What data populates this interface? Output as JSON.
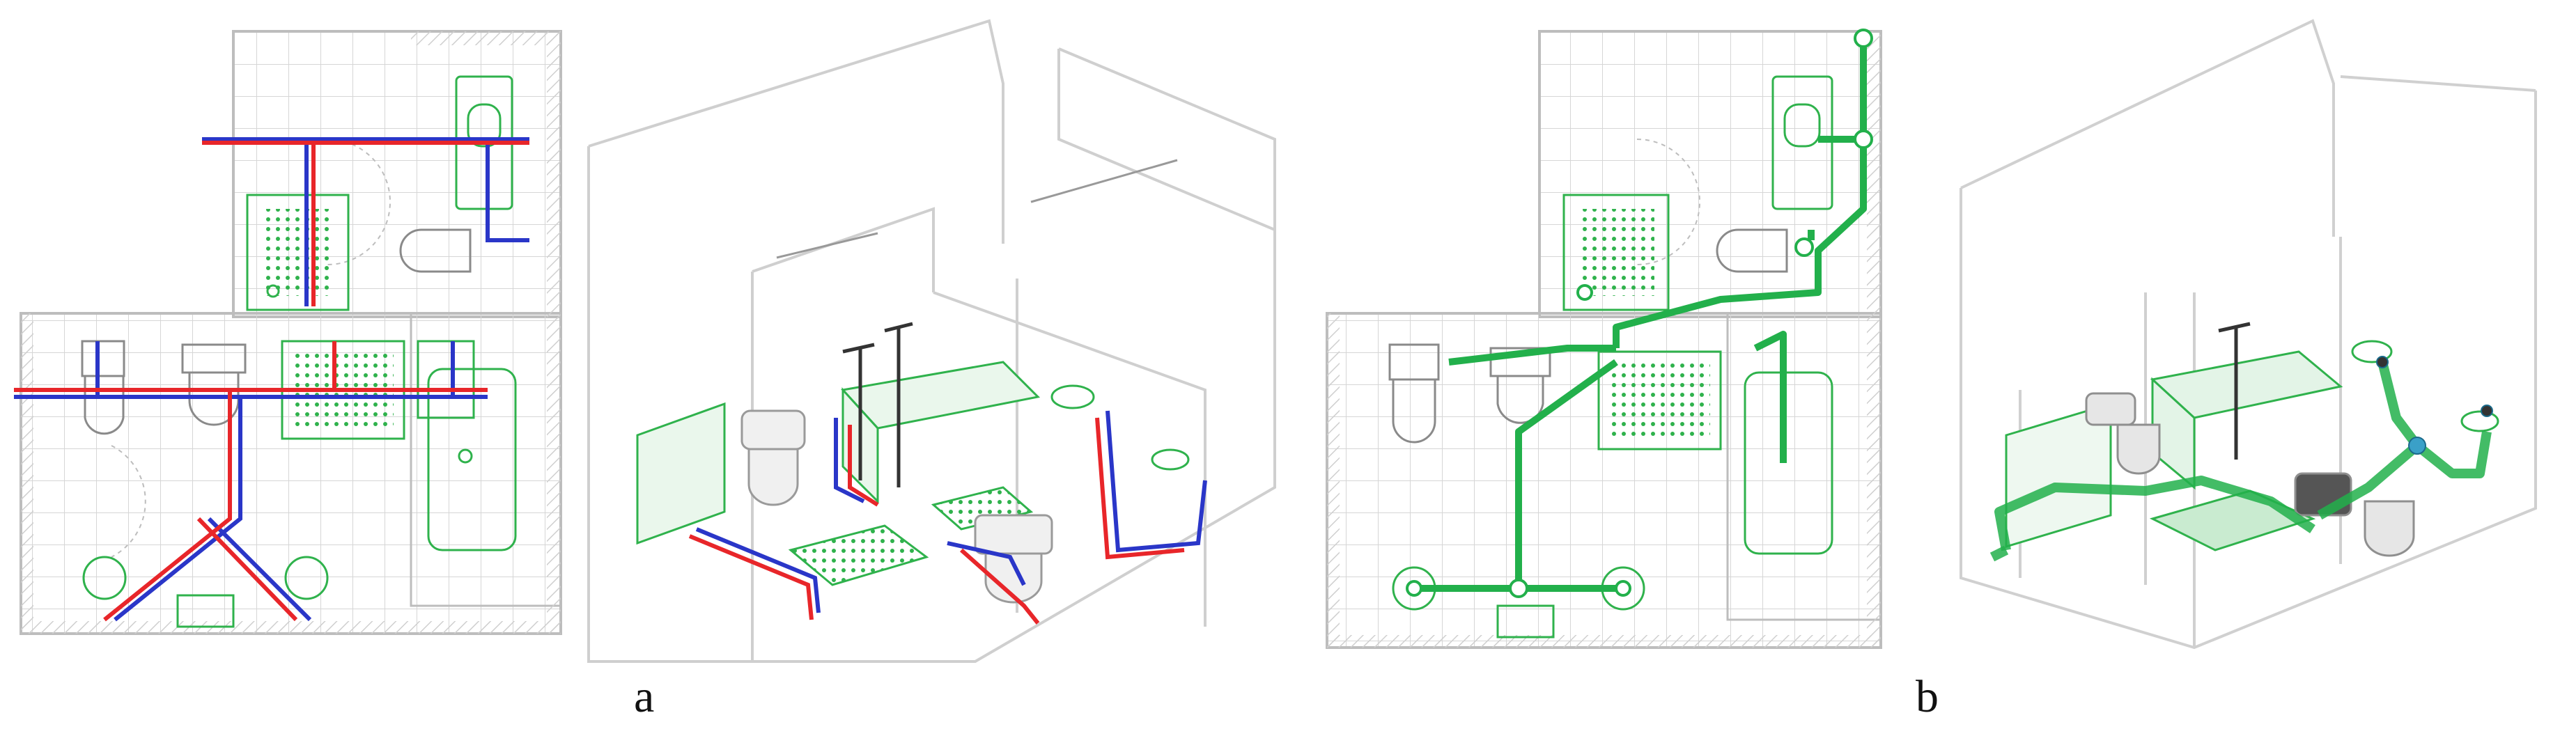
{
  "figure": {
    "panels": [
      {
        "id": "a",
        "label": "a",
        "views": [
          "plan",
          "isometric"
        ],
        "piping": "supply",
        "pipe_colors": {
          "hot": "#e8262a",
          "cold": "#2a36c8"
        }
      },
      {
        "id": "b",
        "label": "b",
        "views": [
          "plan",
          "isometric"
        ],
        "piping": "drainage",
        "pipe_colors": {
          "drain": "#22b04b"
        }
      }
    ],
    "colors": {
      "walls": "#c8c8c8",
      "fixtures": "#2fb24c",
      "background": "#ffffff"
    }
  }
}
